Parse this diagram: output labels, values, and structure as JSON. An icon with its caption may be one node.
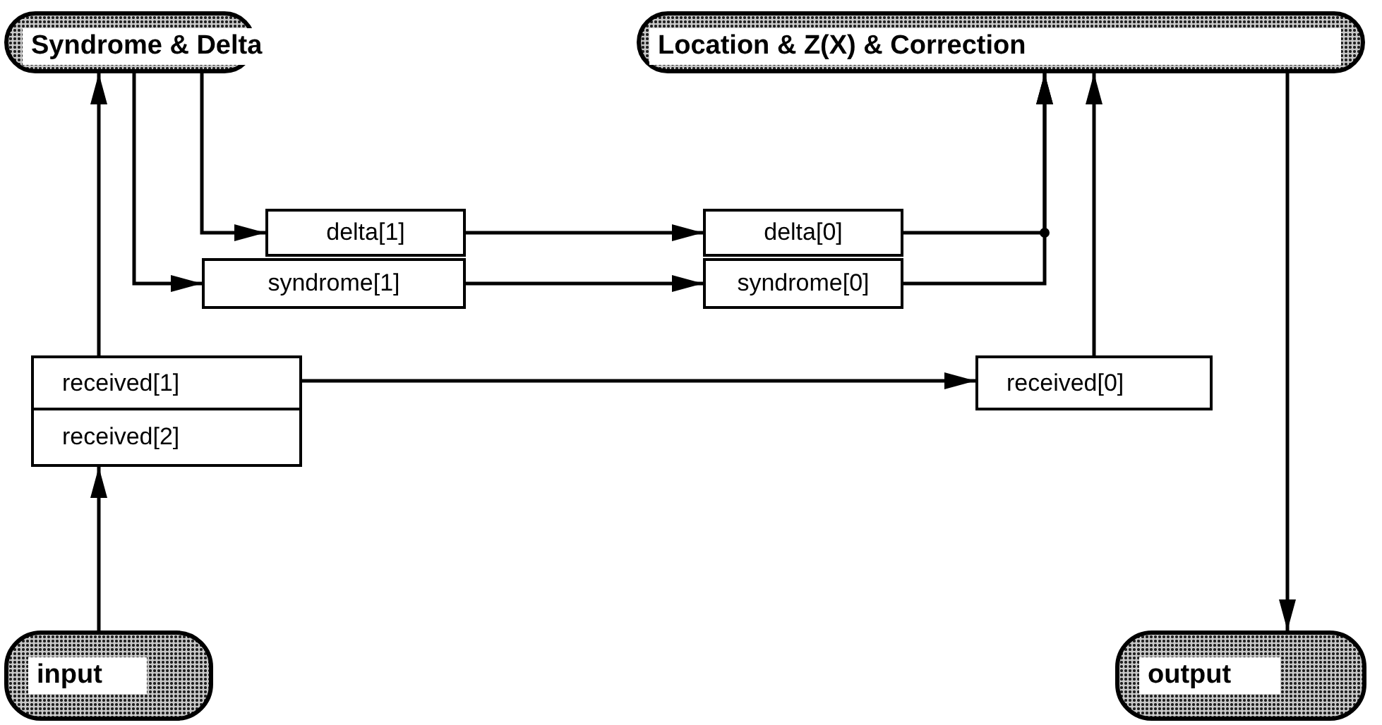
{
  "diagram": {
    "nodes": [
      {
        "text": [
          "Syndrome & Delta"
        ]
      },
      {
        "text": [
          "Location & Z(X) & Correction"
        ]
      },
      {
        "text": [
          "delta[1]"
        ]
      },
      {
        "text": [
          "delta[0]"
        ]
      },
      {
        "text": [
          "syndrome[1]"
        ]
      },
      {
        "text": [
          "syndrome[0]"
        ]
      },
      {
        "text": [
          "received[1]"
        ]
      },
      {
        "text": [
          "received[0]"
        ]
      },
      {
        "text": [
          "received[2]"
        ]
      },
      {
        "text": [
          "input"
        ]
      },
      {
        "text": [
          "output"
        ]
      }
    ],
    "edges": [
      {
        "from": 9,
        "to": 8,
        "arrow": "to"
      },
      {
        "from": 6,
        "to": 0,
        "arrow": "to"
      },
      {
        "from": 0,
        "to": 2,
        "arrow": "to"
      },
      {
        "from": 0,
        "to": 4,
        "arrow": "to"
      },
      {
        "from": 2,
        "to": 3,
        "arrow": "to"
      },
      {
        "from": 4,
        "to": 5,
        "arrow": "to"
      },
      {
        "from": 3,
        "to": 1,
        "arrow": "to"
      },
      {
        "from": 5,
        "to": 1,
        "arrow": "to"
      },
      {
        "from": 6,
        "to": 7,
        "arrow": "to"
      },
      {
        "from": 7,
        "to": 1,
        "arrow": "to"
      },
      {
        "from": 1,
        "to": 10,
        "arrow": "to"
      }
    ]
  }
}
